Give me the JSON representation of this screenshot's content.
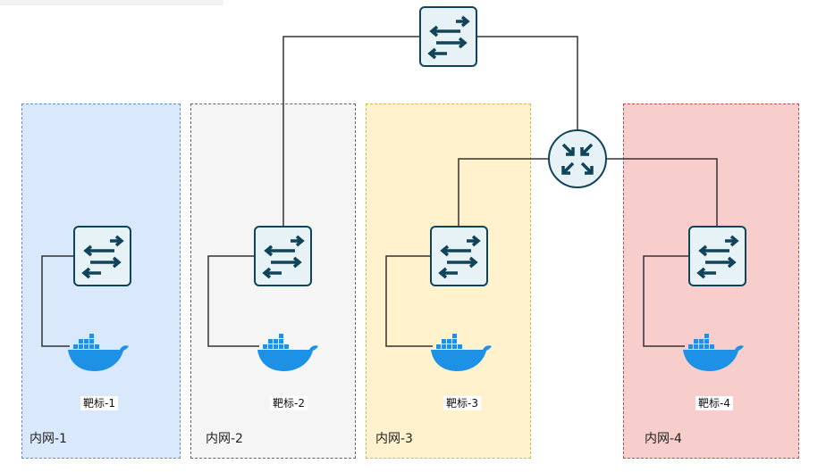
{
  "colors": {
    "zone1_fill": "#dae8fc",
    "zone1_stroke": "#6c8ebf",
    "zone2_fill": "#f5f5f5",
    "zone2_stroke": "#666666",
    "zone3_fill": "#fff2cc",
    "zone3_stroke": "#d6b656",
    "zone4_fill": "#f8cecc",
    "zone4_stroke": "#b85450",
    "device_fill": "#e6f2f5",
    "device_stroke": "#10445a",
    "router_fill": "#e6f2f5",
    "docker": "#1d91e6",
    "line": "#333333"
  },
  "zones": [
    {
      "label": "内网-1",
      "target": "靶标-1"
    },
    {
      "label": "内网-2",
      "target": "靶标-2"
    },
    {
      "label": "内网-3",
      "target": "靶标-3"
    },
    {
      "label": "内网-4",
      "target": "靶标-4"
    }
  ],
  "icons": {
    "switch": "switch-icon",
    "router": "router-icon",
    "container": "docker-icon"
  }
}
